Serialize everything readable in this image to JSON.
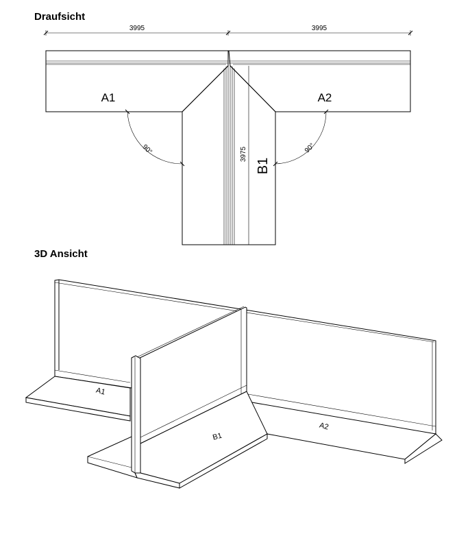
{
  "titles": {
    "top_view": "Draufsicht",
    "view_3d": "3D Ansicht"
  },
  "dimensions": {
    "left_width": "3995",
    "right_width": "3995",
    "stem_length": "3975"
  },
  "angles": {
    "left": "90°",
    "right": "90°"
  },
  "elements": {
    "a1": "A1",
    "a2": "A2",
    "b1": "B1"
  },
  "elements_3d": {
    "a1": "A1",
    "a2": "A2",
    "b1": "B1"
  }
}
